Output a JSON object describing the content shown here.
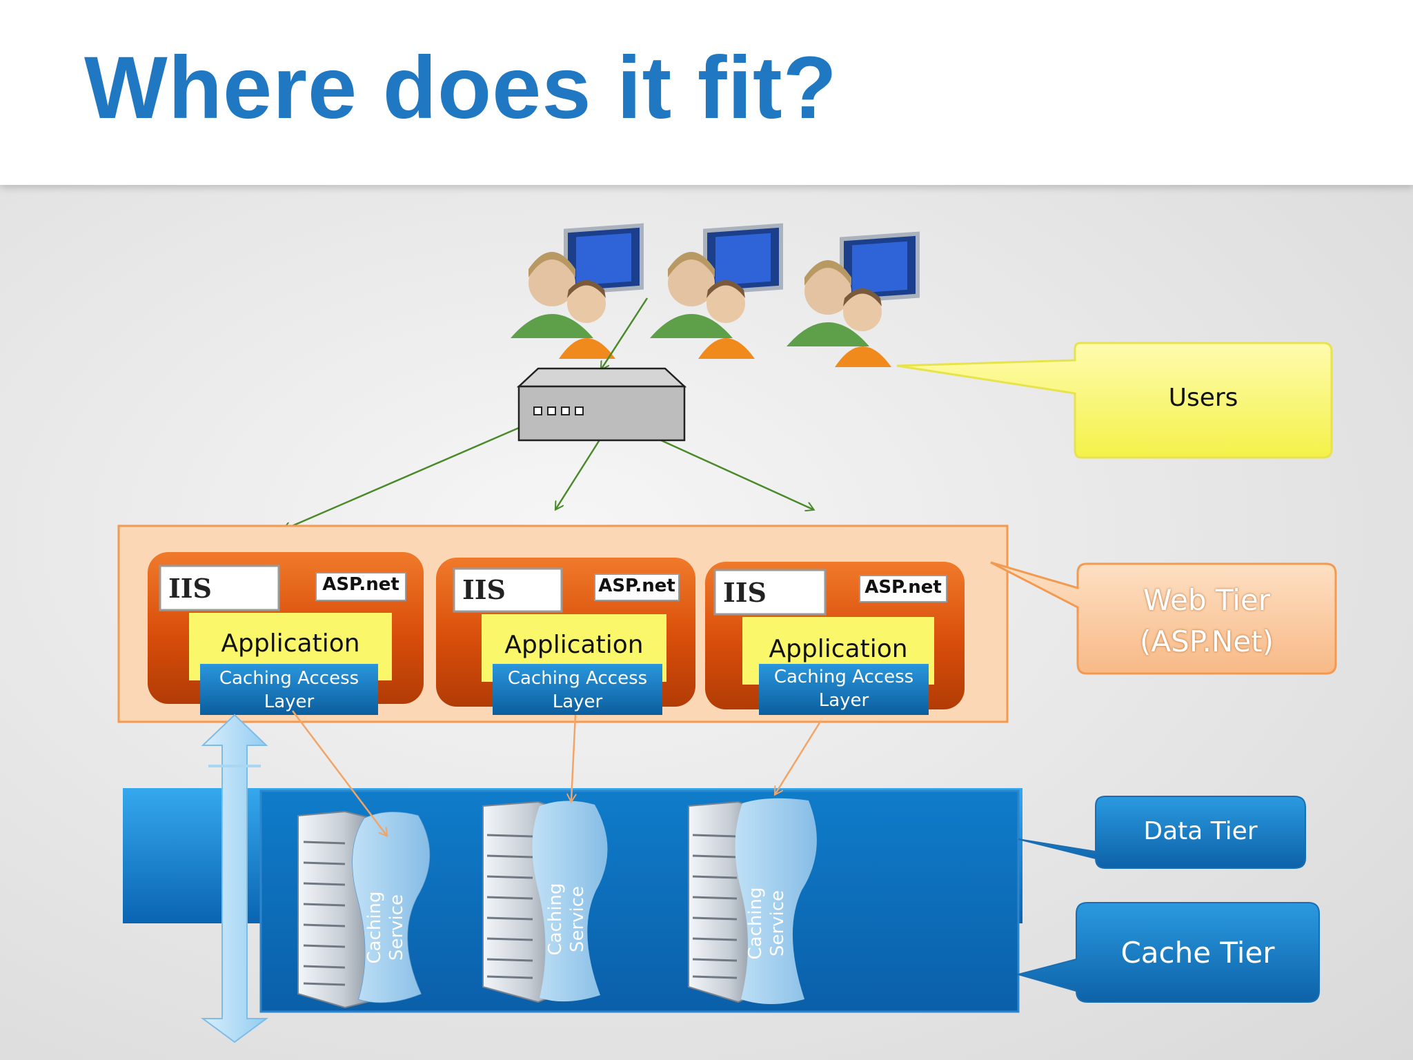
{
  "slide": {
    "title": "Where does it fit?"
  },
  "tiers": {
    "users": "Users",
    "web_tier_line1": "Web Tier",
    "web_tier_line2": "(ASP.Net)",
    "data_tier": "Data Tier",
    "cache_tier": "Cache Tier"
  },
  "servers": [
    {
      "iis": "IIS",
      "aspnet": "ASP.net",
      "app": "Application",
      "cal_line1": "Caching Access",
      "cal_line2": "Layer"
    },
    {
      "iis": "IIS",
      "aspnet": "ASP.net",
      "app": "Application",
      "cal_line1": "Caching Access",
      "cal_line2": "Layer"
    },
    {
      "iis": "IIS",
      "aspnet": "ASP.net",
      "app": "Application",
      "cal_line1": "Caching Access",
      "cal_line2": "Layer"
    }
  ],
  "cache_nodes": [
    {
      "line1": "Caching",
      "line2": "Service"
    },
    {
      "line1": "Caching",
      "line2": "Service"
    },
    {
      "line1": "Caching",
      "line2": "Service"
    }
  ],
  "icons": [
    "users-icon",
    "load-balancer-icon",
    "server-tower-icon",
    "double-arrow-icon"
  ],
  "colors": {
    "title": "#1f78c1",
    "users_callout": "#fbf87a",
    "web_tier_fill": "#fcd7b6",
    "server_card": "#d9520d",
    "app_box": "#fbf76a",
    "cal_box": "#1673b6",
    "data_tier": "#0f7ac5",
    "cache_tier": "#0e69b8"
  }
}
